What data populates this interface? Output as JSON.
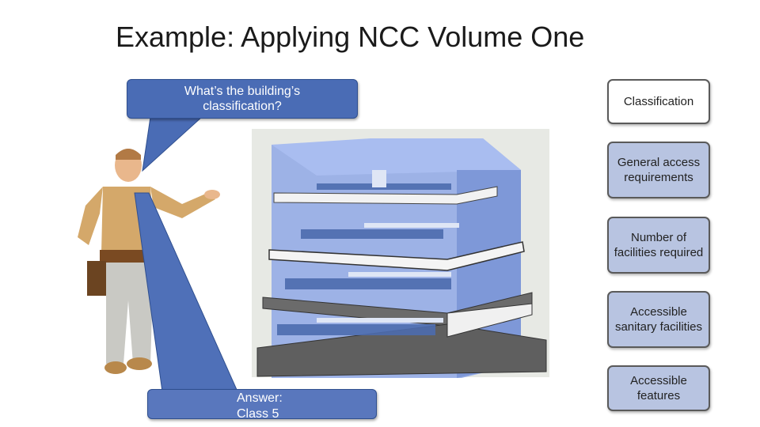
{
  "slide": {
    "title": "Example: Applying NCC Volume One",
    "question_callout": [
      "What’s the building’s",
      "classification?"
    ],
    "answer_callout": [
      "Answer:",
      "Class 5"
    ],
    "process_steps": [
      {
        "label": "Classification",
        "active": true
      },
      {
        "label": "General access requirements",
        "active": false
      },
      {
        "label": "Number of facilities required",
        "active": false
      },
      {
        "label": "Accessible sanitary facilities",
        "active": false
      },
      {
        "label": "Accessible features",
        "active": false
      }
    ]
  },
  "colors": {
    "callout_blue": "#4a6cb5",
    "step_fill": "#b8c4e1",
    "step_active_fill": "#ffffff",
    "building_glass": "#8aa6e6"
  },
  "images": {
    "builder": "builder-figure-illustration",
    "building": "office-building-cutaway-illustration"
  }
}
